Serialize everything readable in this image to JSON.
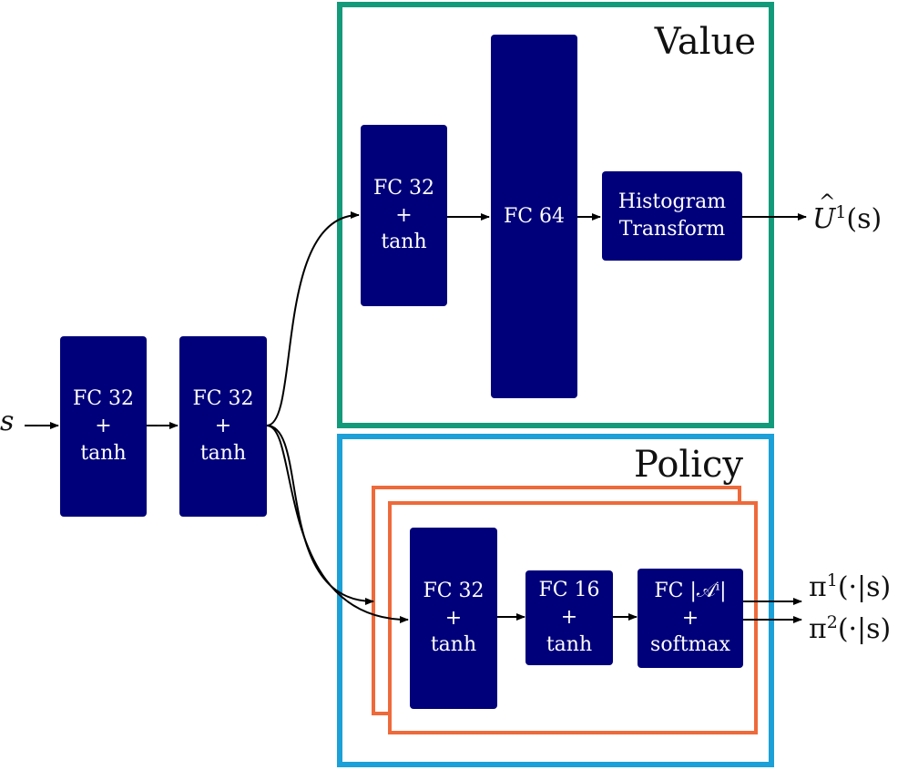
{
  "diagram": {
    "input_label": "s",
    "blocks": {
      "shared_1": {
        "line1": "FC 32",
        "line2": "+",
        "line3": "tanh"
      },
      "shared_2": {
        "line1": "FC 32",
        "line2": "+",
        "line3": "tanh"
      },
      "value_fc32": {
        "line1": "FC 32",
        "line2": "+",
        "line3": "tanh"
      },
      "value_fc64": {
        "line1": "FC 64"
      },
      "value_hist": {
        "line1": "Histogram",
        "line2": "Transform"
      },
      "policy_fc32": {
        "line1": "FC 32",
        "line2": "+",
        "line3": "tanh"
      },
      "policy_fc16": {
        "line1": "FC 16",
        "line2": "+",
        "line3": "tanh"
      },
      "policy_fcA": {
        "line1": "FC |𝒜ⁱ|",
        "line2": "+",
        "line3": "softmax"
      }
    },
    "groups": {
      "value_title": "Value",
      "policy_title": "Policy"
    },
    "outputs": {
      "value": {
        "base": "U",
        "sup": "1",
        "arg": "(s)"
      },
      "policy_1": {
        "base": "π",
        "sup": "1",
        "arg": "(·|s)"
      },
      "policy_2": {
        "base": "π",
        "sup": "2",
        "arg": "(·|s)"
      }
    },
    "colors": {
      "block": "#00007a",
      "value_border": "#139a7a",
      "policy_border": "#1ba0d8",
      "head_border": "#ee6a3a"
    }
  }
}
